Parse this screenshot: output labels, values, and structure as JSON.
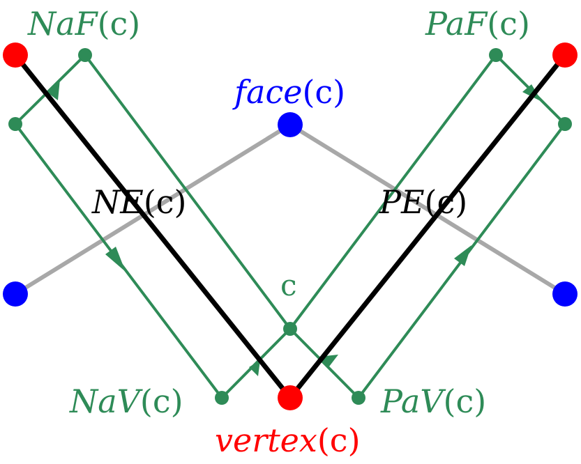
{
  "colors": {
    "green": "#2e8b57",
    "black": "#000000",
    "gray": "#a8a8a8",
    "red": "#ff0000",
    "blue": "#0000ff"
  },
  "labels": {
    "naf": {
      "name": "NaF",
      "arg": "(c)"
    },
    "paf": {
      "name": "PaF",
      "arg": "(c)"
    },
    "face": {
      "name": "face",
      "arg": "(c)"
    },
    "ne": {
      "name": "NE",
      "arg": "(c)"
    },
    "pe": {
      "name": "PE",
      "arg": "(c)"
    },
    "c": "c",
    "nav": {
      "name": "NaV",
      "arg": "(c)"
    },
    "pav": {
      "name": "PaV",
      "arg": "(c)"
    },
    "vertex": {
      "name": "vertex",
      "arg": "(c)"
    }
  }
}
